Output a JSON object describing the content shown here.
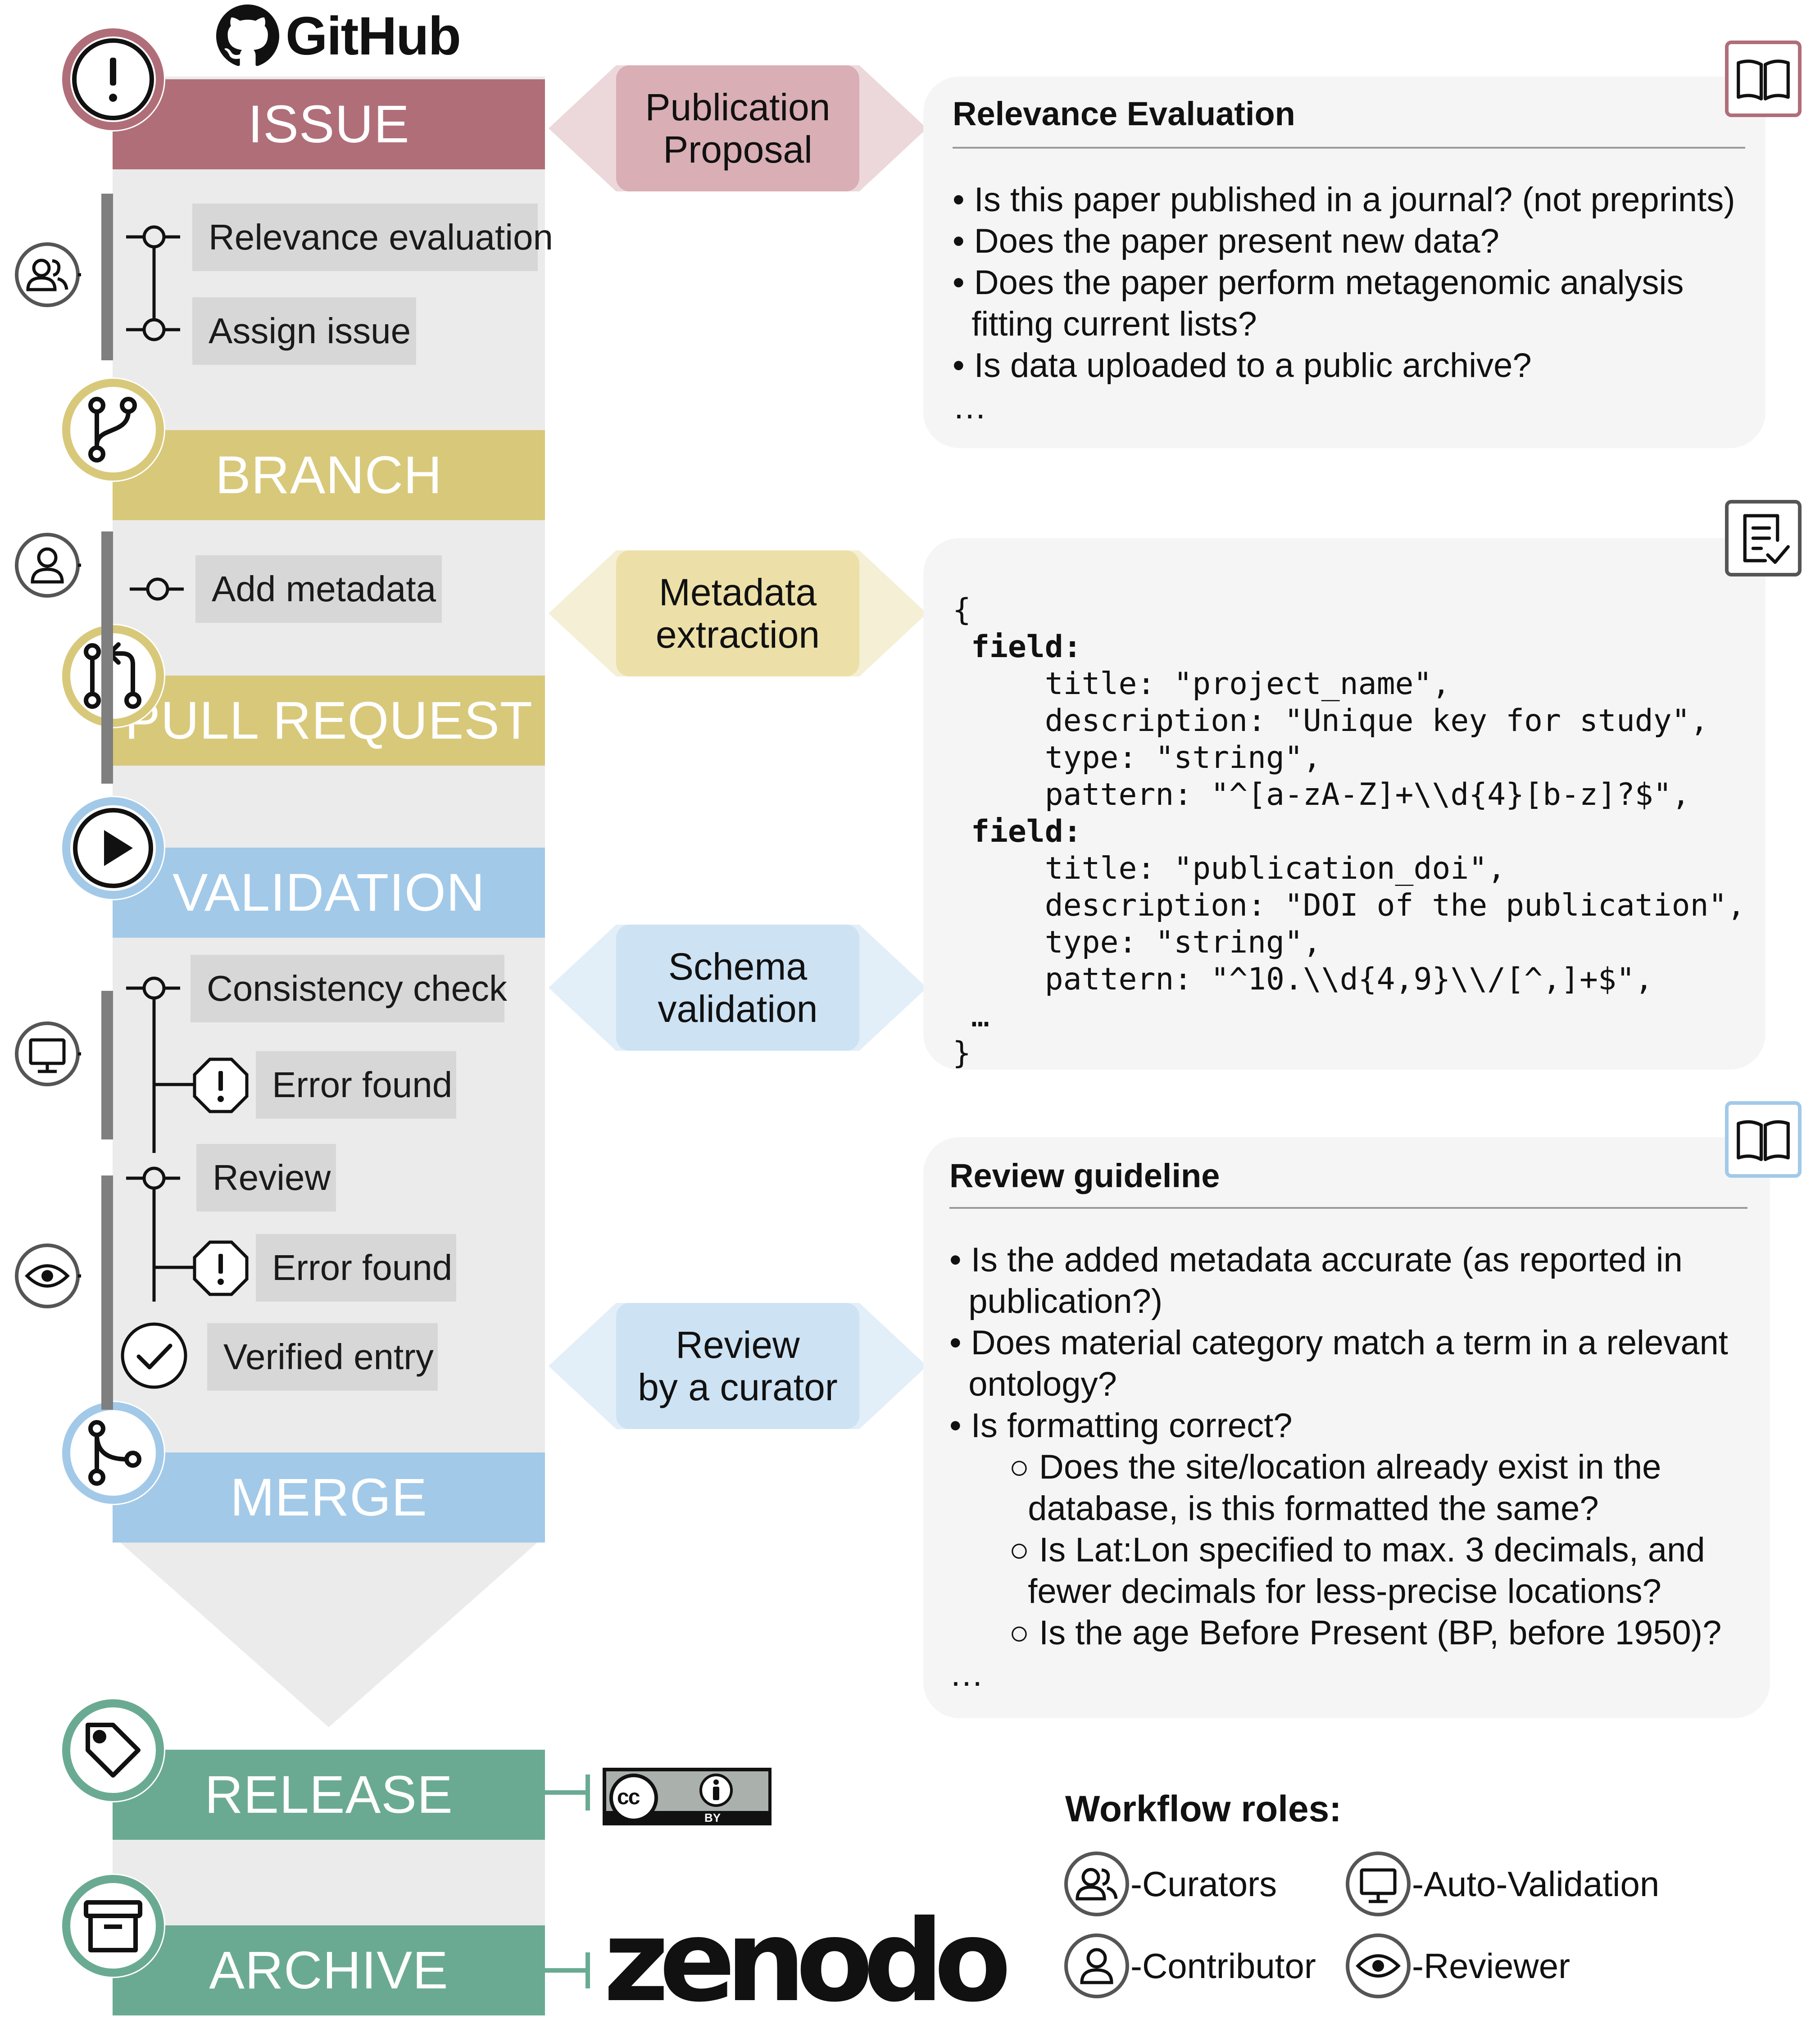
{
  "header": {
    "brand": "GitHub"
  },
  "stages": {
    "issue": "ISSUE",
    "branch": "BRANCH",
    "pull_request": "PULL REQUEST",
    "validation": "VALIDATION",
    "merge": "MERGE",
    "release": "RELEASE",
    "archive": "ARCHIVE"
  },
  "steps": {
    "relevance": "Relevance evaluation",
    "assign": "Assign issue",
    "add_metadata": "Add metadata",
    "consistency": "Consistency check",
    "error1": "Error found",
    "review": "Review",
    "error2": "Error found",
    "verified": "Verified entry"
  },
  "tags": {
    "proposal": [
      "Publication",
      "Proposal"
    ],
    "metadata": [
      "Metadata",
      "extraction"
    ],
    "schema": [
      "Schema",
      "validation"
    ],
    "review": [
      "Review",
      "by a curator"
    ]
  },
  "relevance_card": {
    "title": "Relevance Evaluation",
    "items": [
      "• Is this paper published in a journal? (not preprints)",
      "• Does the paper present new data?",
      "• Does the paper perform metagenomic analysis",
      "  fitting current lists?",
      "• Is data uploaded to a public archive?",
      "…"
    ]
  },
  "schema_card": {
    "lines": [
      "{",
      " field:",
      "     title: \"project_name\",",
      "     description: \"Unique key for study\",",
      "     type: \"string\",",
      "     pattern: \"^[a-zA-Z]+\\\\d{4}[b-z]?$\",",
      " field:",
      "     title: \"publication_doi\",",
      "     description: \"DOI of the publication\",",
      "     type: \"string\",",
      "     pattern: \"^10.\\\\d{4,9}\\\\/[^,]+$\",",
      " …",
      "}"
    ]
  },
  "review_card": {
    "title": "Review guideline",
    "items": [
      "• Is the added metadata accurate (as reported in",
      "  publication?)",
      "• Does material category match a term in a relevant",
      "  ontology?",
      "• Is formatting correct?",
      "○ Does the site/location already exist in the",
      "  database, is this formatted the same?",
      "○ Is Lat:Lon specified to max. 3 decimals, and",
      "  fewer decimals for less-precise locations?",
      "○ Is the age Before Present (BP, before 1950)?",
      "…"
    ]
  },
  "license": {
    "cc": "cc",
    "by": "BY"
  },
  "archive_logo": "zenodo",
  "legend": {
    "title": "Workflow roles:",
    "curators": "-Curators",
    "auto": "-Auto-Validation",
    "contributor": "-Contributor",
    "reviewer": "-Reviewer"
  },
  "colors": {
    "issue": "#b06e79",
    "branch": "#d8c87a",
    "validation": "#a2c9e8",
    "release": "#6aaa93"
  }
}
